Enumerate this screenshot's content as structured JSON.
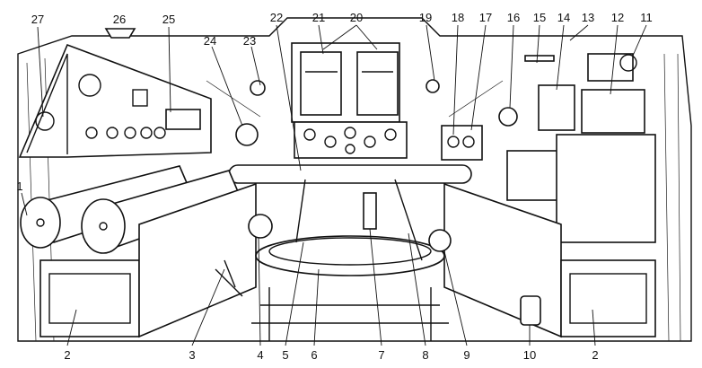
{
  "figure": {
    "callouts": {
      "c1": "1",
      "c2a": "2",
      "c2b": "2",
      "c3": "3",
      "c4": "4",
      "c5": "5",
      "c6": "6",
      "c7": "7",
      "c8": "8",
      "c9": "9",
      "c10": "10",
      "c11": "11",
      "c12": "12",
      "c13": "13",
      "c14": "14",
      "c15": "15",
      "c16": "16",
      "c17": "17",
      "c18": "18",
      "c19": "19",
      "c20": "20",
      "c21": "21",
      "c22": "22",
      "c23": "23",
      "c24": "24",
      "c25": "25",
      "c26": "26",
      "c27": "27"
    }
  }
}
